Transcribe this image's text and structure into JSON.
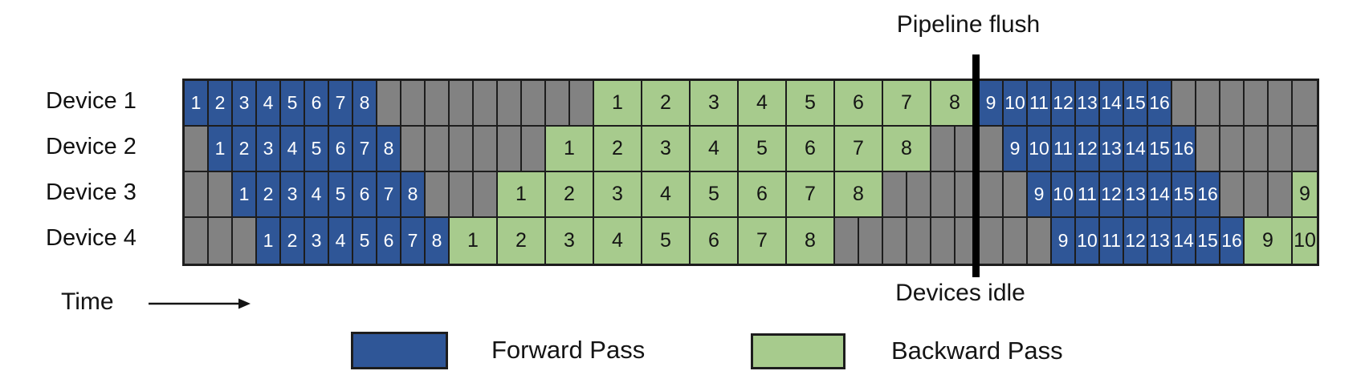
{
  "labels": {
    "pipeline_flush": "Pipeline flush",
    "devices_idle": "Devices idle",
    "time": "Time"
  },
  "legend": [
    {
      "key": "forward",
      "label": "Forward Pass",
      "color": "#2F5697"
    },
    {
      "key": "backward",
      "label": "Backward Pass",
      "color": "#A7CB8D"
    }
  ],
  "colors": {
    "forward": "#2F5697",
    "backward": "#A7CB8D",
    "idle": "#828282",
    "border": "#1d1d1d",
    "flush_line": "#000000"
  },
  "schedule": {
    "num_microbatches_first_phase": 8,
    "num_microbatches_shown_total": 16,
    "flush_at_slot": 33,
    "total_slots": 47,
    "devices": [
      {
        "label": "Device 1",
        "segments": [
          {
            "type": "forward",
            "span": 1,
            "labels": [
              "1",
              "2",
              "3",
              "4",
              "5",
              "6",
              "7",
              "8"
            ]
          },
          {
            "type": "idle",
            "count": 9
          },
          {
            "type": "backward",
            "span": 2,
            "labels": [
              "1",
              "2",
              "3",
              "4",
              "5",
              "6",
              "7",
              "8"
            ]
          },
          {
            "type": "forward",
            "span": 1,
            "labels": [
              "9",
              "10",
              "11",
              "12",
              "13",
              "14",
              "15",
              "16"
            ]
          },
          {
            "type": "idle",
            "count": 6
          }
        ]
      },
      {
        "label": "Device 2",
        "segments": [
          {
            "type": "idle",
            "count": 1
          },
          {
            "type": "forward",
            "span": 1,
            "labels": [
              "1",
              "2",
              "3",
              "4",
              "5",
              "6",
              "7",
              "8"
            ]
          },
          {
            "type": "idle",
            "count": 6
          },
          {
            "type": "backward",
            "span": 2,
            "labels": [
              "1",
              "2",
              "3",
              "4",
              "5",
              "6",
              "7",
              "8"
            ]
          },
          {
            "type": "idle",
            "count": 3
          },
          {
            "type": "forward",
            "span": 1,
            "labels": [
              "9",
              "10",
              "11",
              "12",
              "13",
              "14",
              "15",
              "16"
            ]
          },
          {
            "type": "idle",
            "count": 5
          }
        ]
      },
      {
        "label": "Device 3",
        "segments": [
          {
            "type": "idle",
            "count": 2
          },
          {
            "type": "forward",
            "span": 1,
            "labels": [
              "1",
              "2",
              "3",
              "4",
              "5",
              "6",
              "7",
              "8"
            ]
          },
          {
            "type": "idle",
            "count": 3
          },
          {
            "type": "backward",
            "span": 2,
            "labels": [
              "1",
              "2",
              "3",
              "4",
              "5",
              "6",
              "7",
              "8"
            ]
          },
          {
            "type": "idle",
            "count": 6
          },
          {
            "type": "forward",
            "span": 1,
            "labels": [
              "9",
              "10",
              "11",
              "12",
              "13",
              "14",
              "15",
              "16"
            ]
          },
          {
            "type": "idle",
            "count": 3
          },
          {
            "type": "backward",
            "span": 1,
            "labels": [
              "9"
            ]
          }
        ]
      },
      {
        "label": "Device 4",
        "segments": [
          {
            "type": "idle",
            "count": 3
          },
          {
            "type": "forward",
            "span": 1,
            "labels": [
              "1",
              "2",
              "3",
              "4",
              "5",
              "6",
              "7",
              "8"
            ]
          },
          {
            "type": "backward",
            "span": 2,
            "labels": [
              "1",
              "2",
              "3",
              "4",
              "5",
              "6",
              "7",
              "8"
            ]
          },
          {
            "type": "idle",
            "count": 9
          },
          {
            "type": "forward",
            "span": 1,
            "labels": [
              "9",
              "10",
              "11",
              "12",
              "13",
              "14",
              "15",
              "16"
            ]
          },
          {
            "type": "backward",
            "span": 2,
            "labels": [
              "9"
            ]
          },
          {
            "type": "backward",
            "span": 1,
            "labels": [
              "10"
            ]
          }
        ]
      }
    ]
  }
}
